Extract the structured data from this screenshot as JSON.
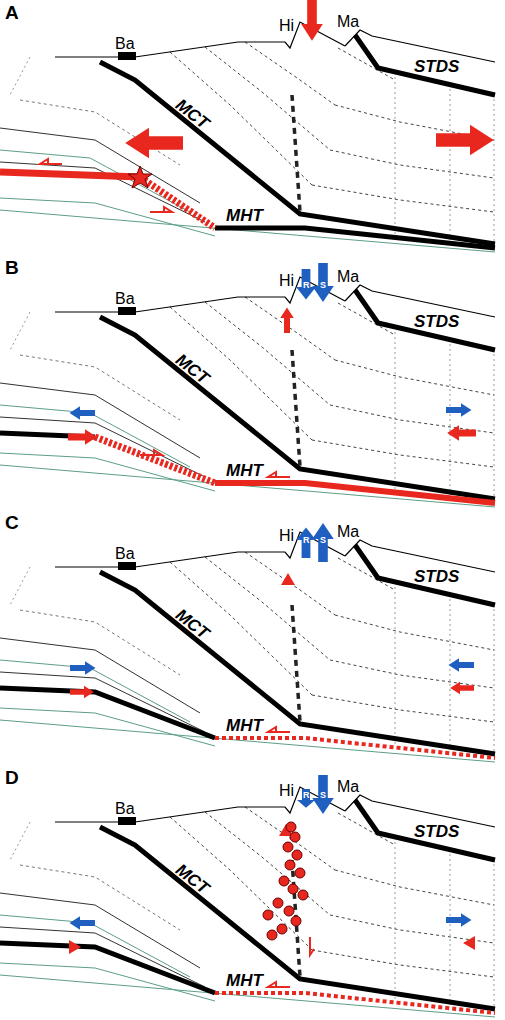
{
  "diagram": {
    "labels": [
      "A",
      "Ba",
      "Hi",
      "Ma",
      "STDS",
      "MCT",
      "MHT",
      "B",
      "Ba",
      "Hi",
      "R",
      "S",
      "Ma",
      "STDS",
      "MCT",
      "MHT",
      "C",
      "Ba",
      "Hi",
      "R",
      "S",
      "Ma",
      "STDS",
      "MCT",
      "MHT",
      "D",
      "Ba",
      "Hi",
      "R",
      "S",
      "Ma",
      "STDS",
      "MCT",
      "MHT"
    ]
  }
}
